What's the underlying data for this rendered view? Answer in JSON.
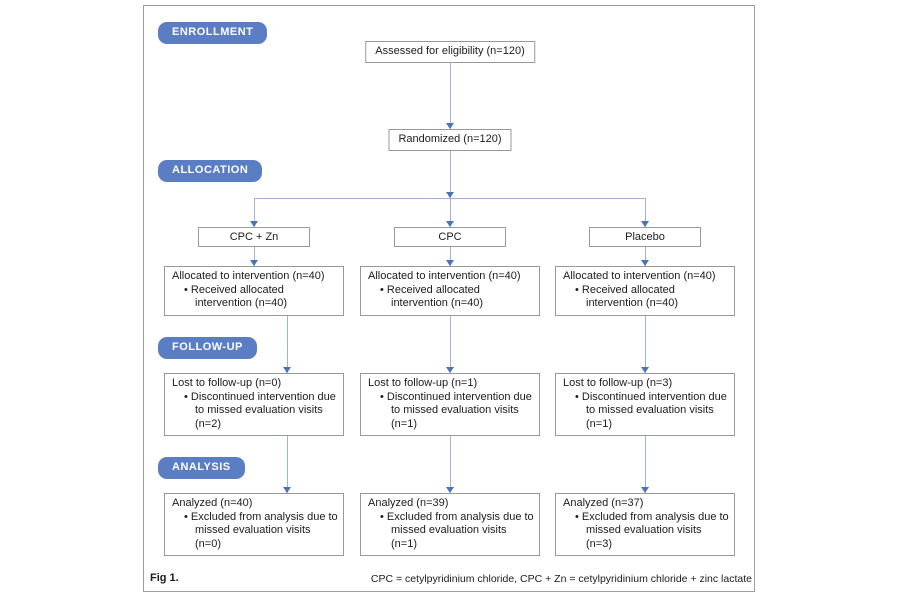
{
  "figure": {
    "fig_label": "Fig 1.",
    "footnote": "CPC = cetylpyridinium chloride, CPC + Zn = cetylpyridinium chloride + zinc lactate"
  },
  "stage_labels": {
    "enrollment": "ENROLLMENT",
    "allocation": "ALLOCATION",
    "follow_up": "FOLLOW-UP",
    "analysis": "ANALYSIS"
  },
  "enrollment": {
    "assessed": "Assessed for eligibility (n=120)",
    "randomized": "Randomized (n=120)"
  },
  "arms": [
    {
      "name": "CPC + Zn",
      "allocated_title": "Allocated to intervention (n=40)",
      "allocated_bullet": "Received allocated intervention (n=40)",
      "follow_up_title": "Lost to follow-up (n=0)",
      "follow_up_bullet": "Discontinued intervention due to missed evaluation visits (n=2)",
      "analysis_title": "Analyzed (n=40)",
      "analysis_bullet": "Excluded from analysis due to missed evaluation visits (n=0)"
    },
    {
      "name": "CPC",
      "allocated_title": "Allocated to intervention (n=40)",
      "allocated_bullet": "Received allocated intervention (n=40)",
      "follow_up_title": "Lost to follow-up (n=1)",
      "follow_up_bullet": "Discontinued intervention due to missed evaluation visits (n=1)",
      "analysis_title": "Analyzed (n=39)",
      "analysis_bullet": "Excluded from analysis due to missed evaluation visits (n=1)"
    },
    {
      "name": "Placebo",
      "allocated_title": "Allocated to intervention (n=40)",
      "allocated_bullet": "Received allocated intervention (n=40)",
      "follow_up_title": "Lost to follow-up (n=3)",
      "follow_up_bullet": "Discontinued intervention due to missed evaluation visits (n=1)",
      "analysis_title": "Analyzed (n=37)",
      "analysis_bullet": "Excluded from analysis due to missed evaluation visits (n=3)"
    }
  ],
  "colors": {
    "badge_blue": "#5a7dc3",
    "line_blue": "#9db4d9",
    "arrowhead_blue": "#4a73b9",
    "box_border": "#999999",
    "frame_border": "#9e9e9e"
  }
}
